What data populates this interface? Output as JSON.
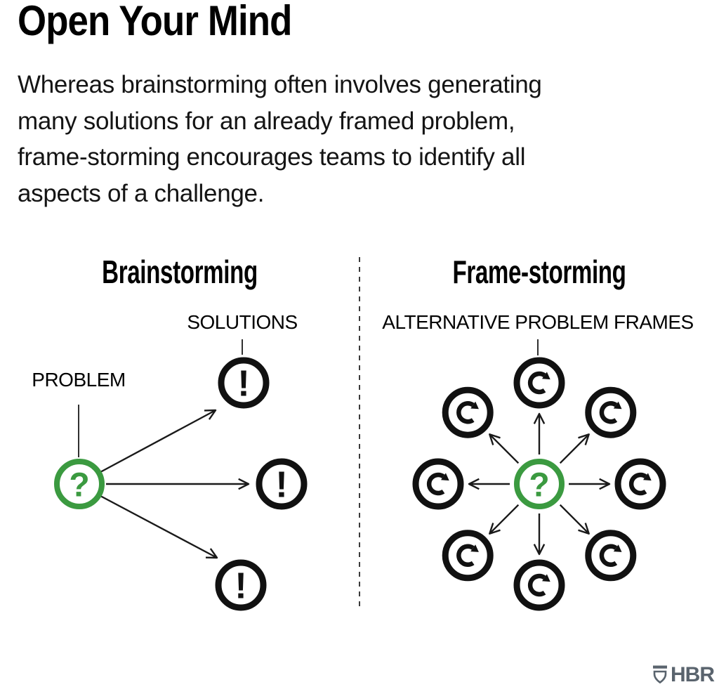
{
  "title": "Open Your Mind",
  "subtitle": "Whereas brainstorming often involves generating\nmany solutions for an already framed problem,\nframe-storming encourages teams to identify all\naspects of a challenge.",
  "colors": {
    "ink": "#111111",
    "accent_green": "#3B9A40",
    "logo_gray": "#5A646E",
    "divider_gray": "#3B3B3B"
  },
  "brainstorming": {
    "heading": "Brainstorming",
    "problem_label": "PROBLEM",
    "solutions_label": "SOLUTIONS",
    "problem_glyph": "?",
    "solution_glyph": "!",
    "solutions_count": 3
  },
  "frame_storming": {
    "heading": "Frame-storming",
    "frames_label": "ALTERNATIVE PROBLEM FRAMES",
    "problem_glyph": "?",
    "frames_count": 8
  },
  "logo": {
    "text": "HBR"
  }
}
